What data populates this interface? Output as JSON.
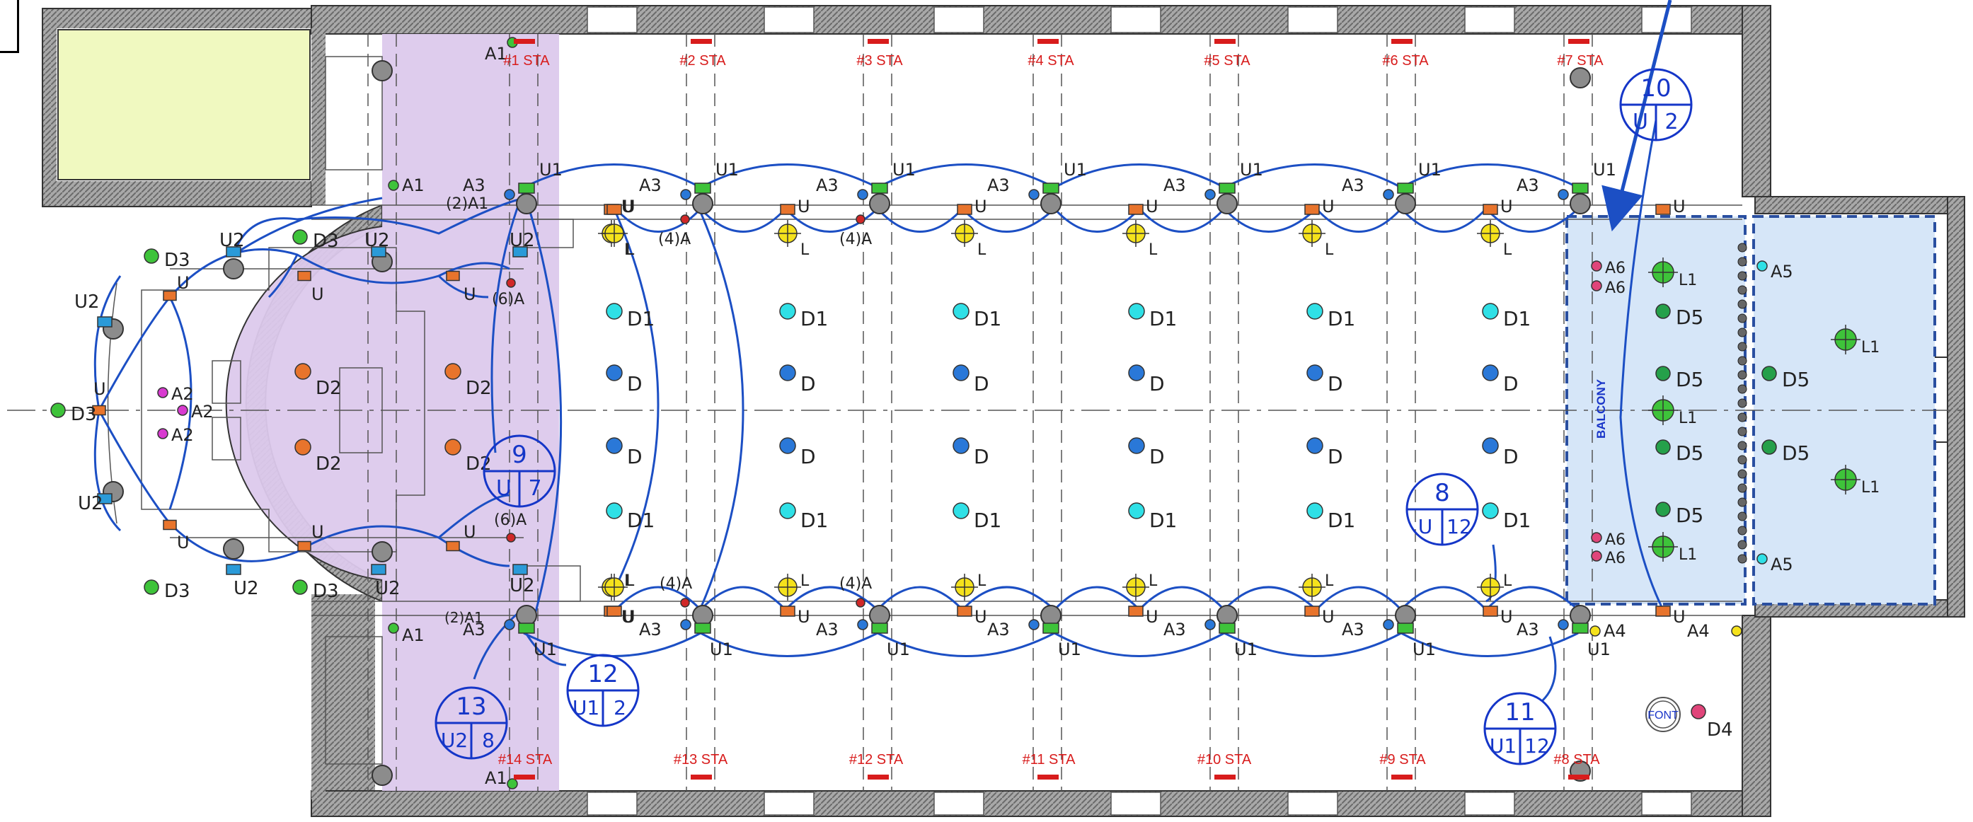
{
  "stations_top": [
    "#1 STA",
    "#2 STA",
    "#3 STA",
    "#4 STA",
    "#5 STA",
    "#6 STA",
    "#7 STA"
  ],
  "stations_bottom": [
    "#14 STA",
    "#13 STA",
    "#12 STA",
    "#11 STA",
    "#10 STA",
    "#9 STA",
    "#8 STA"
  ],
  "balcony_label": "BALCONY",
  "font_label": "FONT",
  "circuits": [
    {
      "num": "10",
      "left": "U",
      "right": "2"
    },
    {
      "num": "9",
      "left": "U",
      "right": "7"
    },
    {
      "num": "8",
      "left": "U",
      "right": "12"
    },
    {
      "num": "12",
      "left": "U1",
      "right": "2"
    },
    {
      "num": "13",
      "left": "U2",
      "right": "8"
    },
    {
      "num": "11",
      "left": "U1",
      "right": "12"
    }
  ],
  "colors": {
    "chancel_fill": "#dcc9ec",
    "balcony_fill": "#d6e6f8",
    "yellow_box": "#f0f9c0",
    "wire": "#1c4fc4",
    "station": "#d81c1c",
    "fixture_cyan": "#2fe0e6",
    "fixture_blue": "#2a78d8",
    "fixture_orange": "#e8742c",
    "fixture_green": "#3ec33a",
    "fixture_yellow": "#f5e21c",
    "fixture_pink": "#e0457a",
    "fixture_magenta": "#d83ad0"
  },
  "labels": {
    "U": "U",
    "U1": "U1",
    "U2": "U2",
    "L": "L",
    "L1": "L1",
    "A1": "A1",
    "A2": "A2",
    "A3": "A3",
    "A4": "A4",
    "A5": "A5",
    "A6": "A6",
    "A": "A",
    "D": "D",
    "D1": "D1",
    "D2": "D2",
    "D3": "D3",
    "D4": "D4",
    "D5": "D5",
    "two_A1": "(2)A1",
    "four_A": "(4)A",
    "six_A": "(6)A"
  }
}
